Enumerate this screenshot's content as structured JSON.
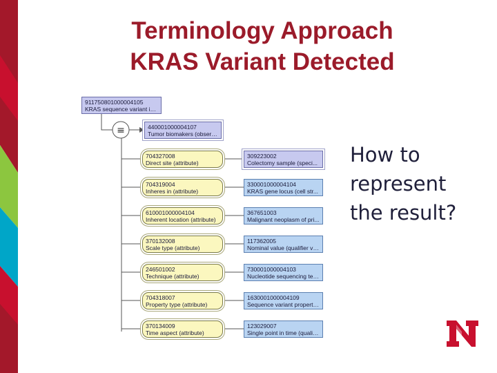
{
  "slide": {
    "title_line1": "Terminology Approach",
    "title_line2": "KRAS Variant Detected",
    "question": [
      "How to",
      "represent",
      "the result?"
    ]
  },
  "diagram": {
    "focus_concept": {
      "id": "911750801000004105",
      "label": "KRAS sequence variant id..."
    },
    "group_operator": "≡",
    "parent_concept": {
      "id": "440001000004107",
      "label": "Tumor biomakers (observ..."
    },
    "relationships": [
      {
        "attribute_id": "704327008",
        "attribute_label": "Direct site (attribute)",
        "value_id": "309223002",
        "value_label": "Colectomy sample (speci...",
        "value_defined": true
      },
      {
        "attribute_id": "704319004",
        "attribute_label": "Inheres in (attribute)",
        "value_id": "330001000004104",
        "value_label": "KRAS gene locus (cell str...",
        "value_defined": false
      },
      {
        "attribute_id": "610001000004104",
        "attribute_label": "Inherent location (attribute)",
        "value_id": "367651003",
        "value_label": "Malignant neoplasm of pri...",
        "value_defined": false
      },
      {
        "attribute_id": "370132008",
        "attribute_label": "Scale type (attribute)",
        "value_id": "117362005",
        "value_label": "Nominal value (qualifier val...",
        "value_defined": false
      },
      {
        "attribute_id": "246501002",
        "attribute_label": "Technique (attribute)",
        "value_id": "730001000004103",
        "value_label": "Nucleotide sequencing tec...",
        "value_defined": false
      },
      {
        "attribute_id": "704318007",
        "attribute_label": "Property type (attribute)",
        "value_id": "1630001000004109",
        "value_label": "Sequence variant property...",
        "value_defined": false
      },
      {
        "attribute_id": "370134009",
        "attribute_label": "Time aspect (attribute)",
        "value_id": "123029007",
        "value_label": "Single point in time (qualifi...",
        "value_defined": false
      }
    ]
  },
  "colors": {
    "title": "#9b1b2a",
    "accent_red": "#c8102e",
    "accent_green": "#8cc63f",
    "accent_teal": "#00a6c8",
    "attribute_fill": "#fbf7bf",
    "value_fill": "#b9d4f2",
    "concept_fill": "#c7c9ef"
  },
  "icons": {
    "logo": "nebraska-n-logo"
  }
}
